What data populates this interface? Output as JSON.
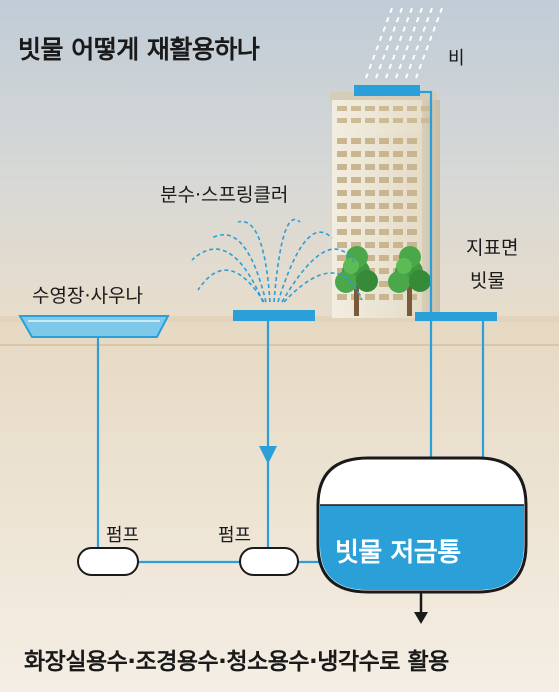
{
  "title": "빗물 어떻게 재활용하나",
  "labels": {
    "rain": "비",
    "fountain_sprinkler": "분수·스프링클러",
    "roof_surface_line1": "지표면",
    "roof_surface_line2": "빗물",
    "pool_sauna": "수영장·사우나",
    "pump_left": "펌프",
    "pump_right": "펌프",
    "tank": "빗물 저금통",
    "usage": "화장실용수·조경용수·청소용수·냉각수로 활용"
  },
  "colors": {
    "water_blue": "#2a9fd8",
    "sky_top": "#c2cdd8",
    "sky_bottom": "#e6ddce",
    "ground": "#eadfcd",
    "building": "#ede7d5",
    "tree_green": "#3d9a3f"
  }
}
